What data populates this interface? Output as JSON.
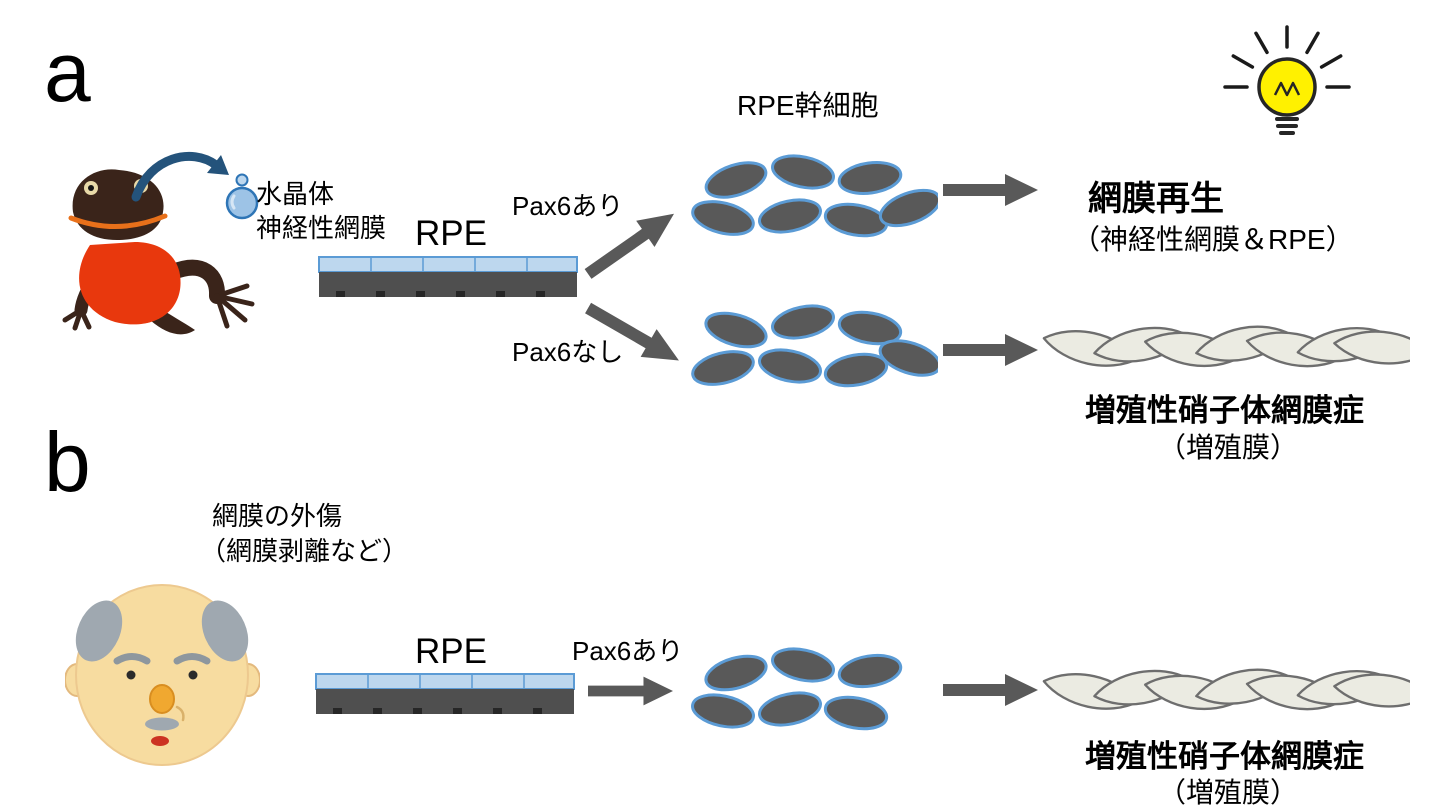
{
  "colors": {
    "arrow_gray": "#595959",
    "cell_fill": "#595959",
    "cell_outline": "#5B9BD5",
    "rpe_top_blue": "#BDD7EE",
    "rpe_bottom_gray": "#4F4F4F",
    "membrane_fill": "#EBEBE2",
    "membrane_outline": "#6E6E6E",
    "bulb_yellow": "#FFF100",
    "newt_body_red": "#E8380D",
    "newt_dark_brown": "#3A241A",
    "face_skin": "#F7DCA0",
    "hair_gray": "#9FA8B0",
    "curved_arrow_blue": "#24537B"
  },
  "panel_a": {
    "label": "a",
    "lens_label": "水晶体",
    "neural_retina_label": "神経性網膜",
    "rpe_label": "RPE",
    "pax6_present": "Pax6あり",
    "pax6_absent": "Pax6なし",
    "stem_cell_label": "RPE幹細胞",
    "regeneration_title": "網膜再生",
    "regeneration_subtitle": "（神経性網膜＆RPE）",
    "pvr_title": "増殖性硝子体網膜症",
    "pvr_subtitle": "（増殖膜）"
  },
  "panel_b": {
    "label": "b",
    "trauma_line1": "網膜の外傷",
    "trauma_line2": "（網膜剥離など）",
    "rpe_label": "RPE",
    "pax6_present": "Pax6あり",
    "pvr_title": "増殖性硝子体網膜症",
    "pvr_subtitle": "（増殖膜）"
  }
}
